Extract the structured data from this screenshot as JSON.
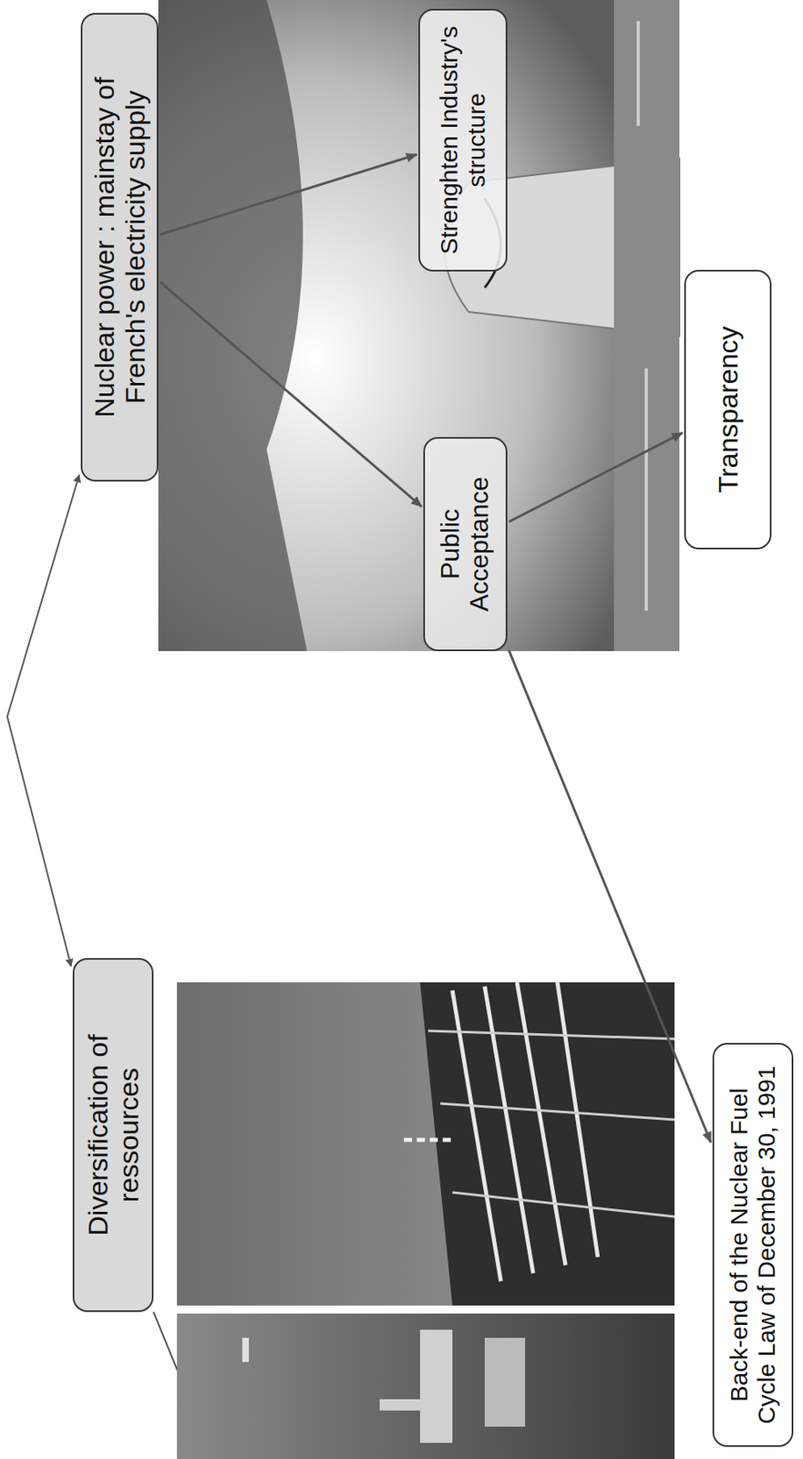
{
  "diagram": {
    "nodes": [
      {
        "text": [
          "Diversification of ressources"
        ]
      },
      {
        "text": [
          "Nuclear power : mainstay of French's electricity supply"
        ]
      },
      {
        "text": [
          "Public Acceptance"
        ]
      },
      {
        "text": [
          "Strenghten Industry's structure"
        ]
      },
      {
        "text": [
          "Back-end of the Nuclear Fuel Cycle Law of December 30, 1991"
        ]
      },
      {
        "text": [
          "Transparency"
        ]
      }
    ],
    "edges": [
      {
        "from": 1,
        "to": 2,
        "arrow": "to"
      },
      {
        "from": 1,
        "to": 3,
        "arrow": "to"
      },
      {
        "from": 2,
        "to": 4,
        "arrow": "to"
      },
      {
        "from": 2,
        "to": 5,
        "arrow": "to"
      }
    ]
  }
}
